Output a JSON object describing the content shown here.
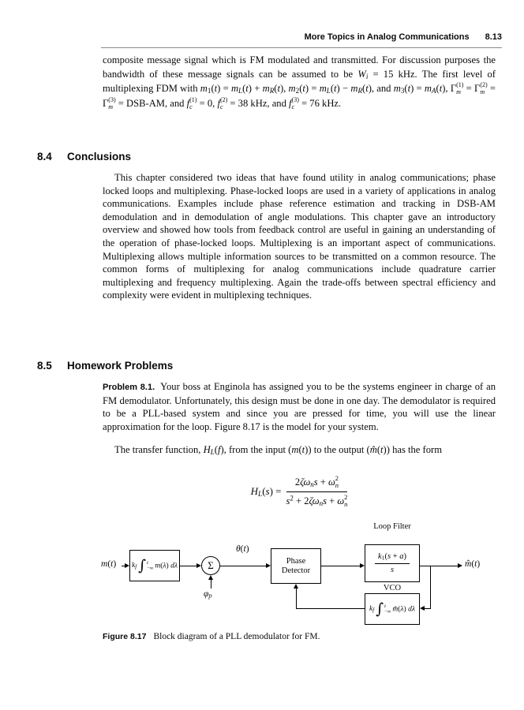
{
  "header": {
    "title": "More Topics in Analog Communications",
    "page_number": "8.13"
  },
  "intro_html": "composite message signal which is FM modulated and transmitted. For discussion purposes the bandwidth of these message signals can be assumed to be <i>W<sub>i</sub></i> = 15 kHz. The first level of multiplexing FDM with <i>m</i><sub>1</sub>(<i>t</i>) = <i>m<sub>L</sub></i>(<i>t</i>) + <i>m<sub>R</sub></i>(<i>t</i>), <i>m</i><sub>2</sub>(<i>t</i>) = <i>m<sub>L</sub></i>(<i>t</i>) − <i>m<sub>R</sub></i>(<i>t</i>), and <i>m</i><sub>3</sub>(<i>t</i>) = <i>m<sub>A</sub></i>(<i>t</i>), Γ<span class='ss'><span>(1)</span><span><i>m</i></span></span> = Γ<span class='ss'><span>(2)</span><span><i>m</i></span></span> = Γ<span class='ss'><span>(3)</span><span><i>m</i></span></span> = DSB-AM, and <i>f</i><span class='ss'><span>(1)</span><span><i>c</i></span></span> = 0, <i>f</i><span class='ss'><span>(2)</span><span><i>c</i></span></span> = 38 kHz, and <i>f</i><span class='ss'><span>(3)</span><span><i>c</i></span></span> = 76 kHz.",
  "sections": [
    {
      "number": "8.4",
      "title": "Conclusions",
      "body_html": "This chapter considered two ideas that have found utility in analog communications; phase locked loops and multiplexing. Phase-locked loops are used in a variety of applications in analog communications. Examples include phase reference estimation and tracking in DSB-AM demodulation and in demodulation of angle modulations. This chapter gave an introductory overview and showed how tools from feedback control are useful in gaining an understanding of the operation of phase-locked loops. Multiplexing is an important aspect of communications. Multiplexing allows multiple information sources to be transmitted on a common resource. The common forms of multiplexing for analog communications include quadrature carrier multiplexing and frequency multiplexing. Again the trade-offs between spectral efficiency and complexity were evident in multiplexing techniques."
    },
    {
      "number": "8.5",
      "title": "Homework Problems"
    }
  ],
  "problem": {
    "label": "Problem 8.1.",
    "text_html": "Your boss at Enginola has assigned you to be the systems engineer in charge of an FM demodulator. Unfortunately, this design must be done in one day. The demodulator is required to be a PLL-based system and since you are pressed for time, you will use the linear approximation for the loop. Figure 8.17 is the model for your system."
  },
  "transfer_html": "The transfer function, <i>H<sub>L</sub></i>(<i>f</i>), from the input (<i>m</i>(<i>t</i>)) to the output (<i>m̂</i>(<i>t</i>)) has the form",
  "equation": {
    "lhs_html": "<i>H<sub>L</sub></i>(<i>s</i>) =",
    "num_html": "2<i>ζω<sub>n</sub>s</i> + <i>ω</i><span class='ss eq'><span>2</span><span><i>n</i></span></span>",
    "den_html": "<i>s</i><sup>2</sup> + 2<i>ζω<sub>n</sub>s</i> + <i>ω</i><span class='ss eq'><span>2</span><span><i>n</i></span></span>"
  },
  "diagram": {
    "input_html": "<i>m</i>(<i>t</i>)",
    "integrator_html": "<i>k<sub>f</sub></i><span class='bigint'>∫</span><span class='lims'><span><i>t</i></span><span>−∞</span></span><i>m</i>(<i>λ</i>)&nbsp;<i>dλ</i>",
    "sum_symbol": "Σ",
    "theta_html": "<i>θ</i>(<i>t</i>)",
    "phase_detector_line1": "Phase",
    "phase_detector_line2": "Detector",
    "loop_filter_title": "Loop Filter",
    "loop_filter_num_html": "<i>k</i><sub>1</sub>(<i>s</i> + <i>a</i>)",
    "loop_filter_den_html": "<i>s</i>",
    "vco_title": "VCO",
    "vco_html": "<i>k<sub>f</sub></i><span class='bigint'>∫</span><span class='lims'><span><i>t</i></span><span>−∞</span></span><i>m̂</i>(<i>λ</i>)&nbsp;<i>dλ</i>",
    "output_html": "<i>m̂</i>(<i>t</i>)",
    "phi_html": "<i>φ<sub>p</sub></i>"
  },
  "caption": {
    "label": "Figure 8.17",
    "text": "Block diagram of a PLL demodulator for FM."
  }
}
